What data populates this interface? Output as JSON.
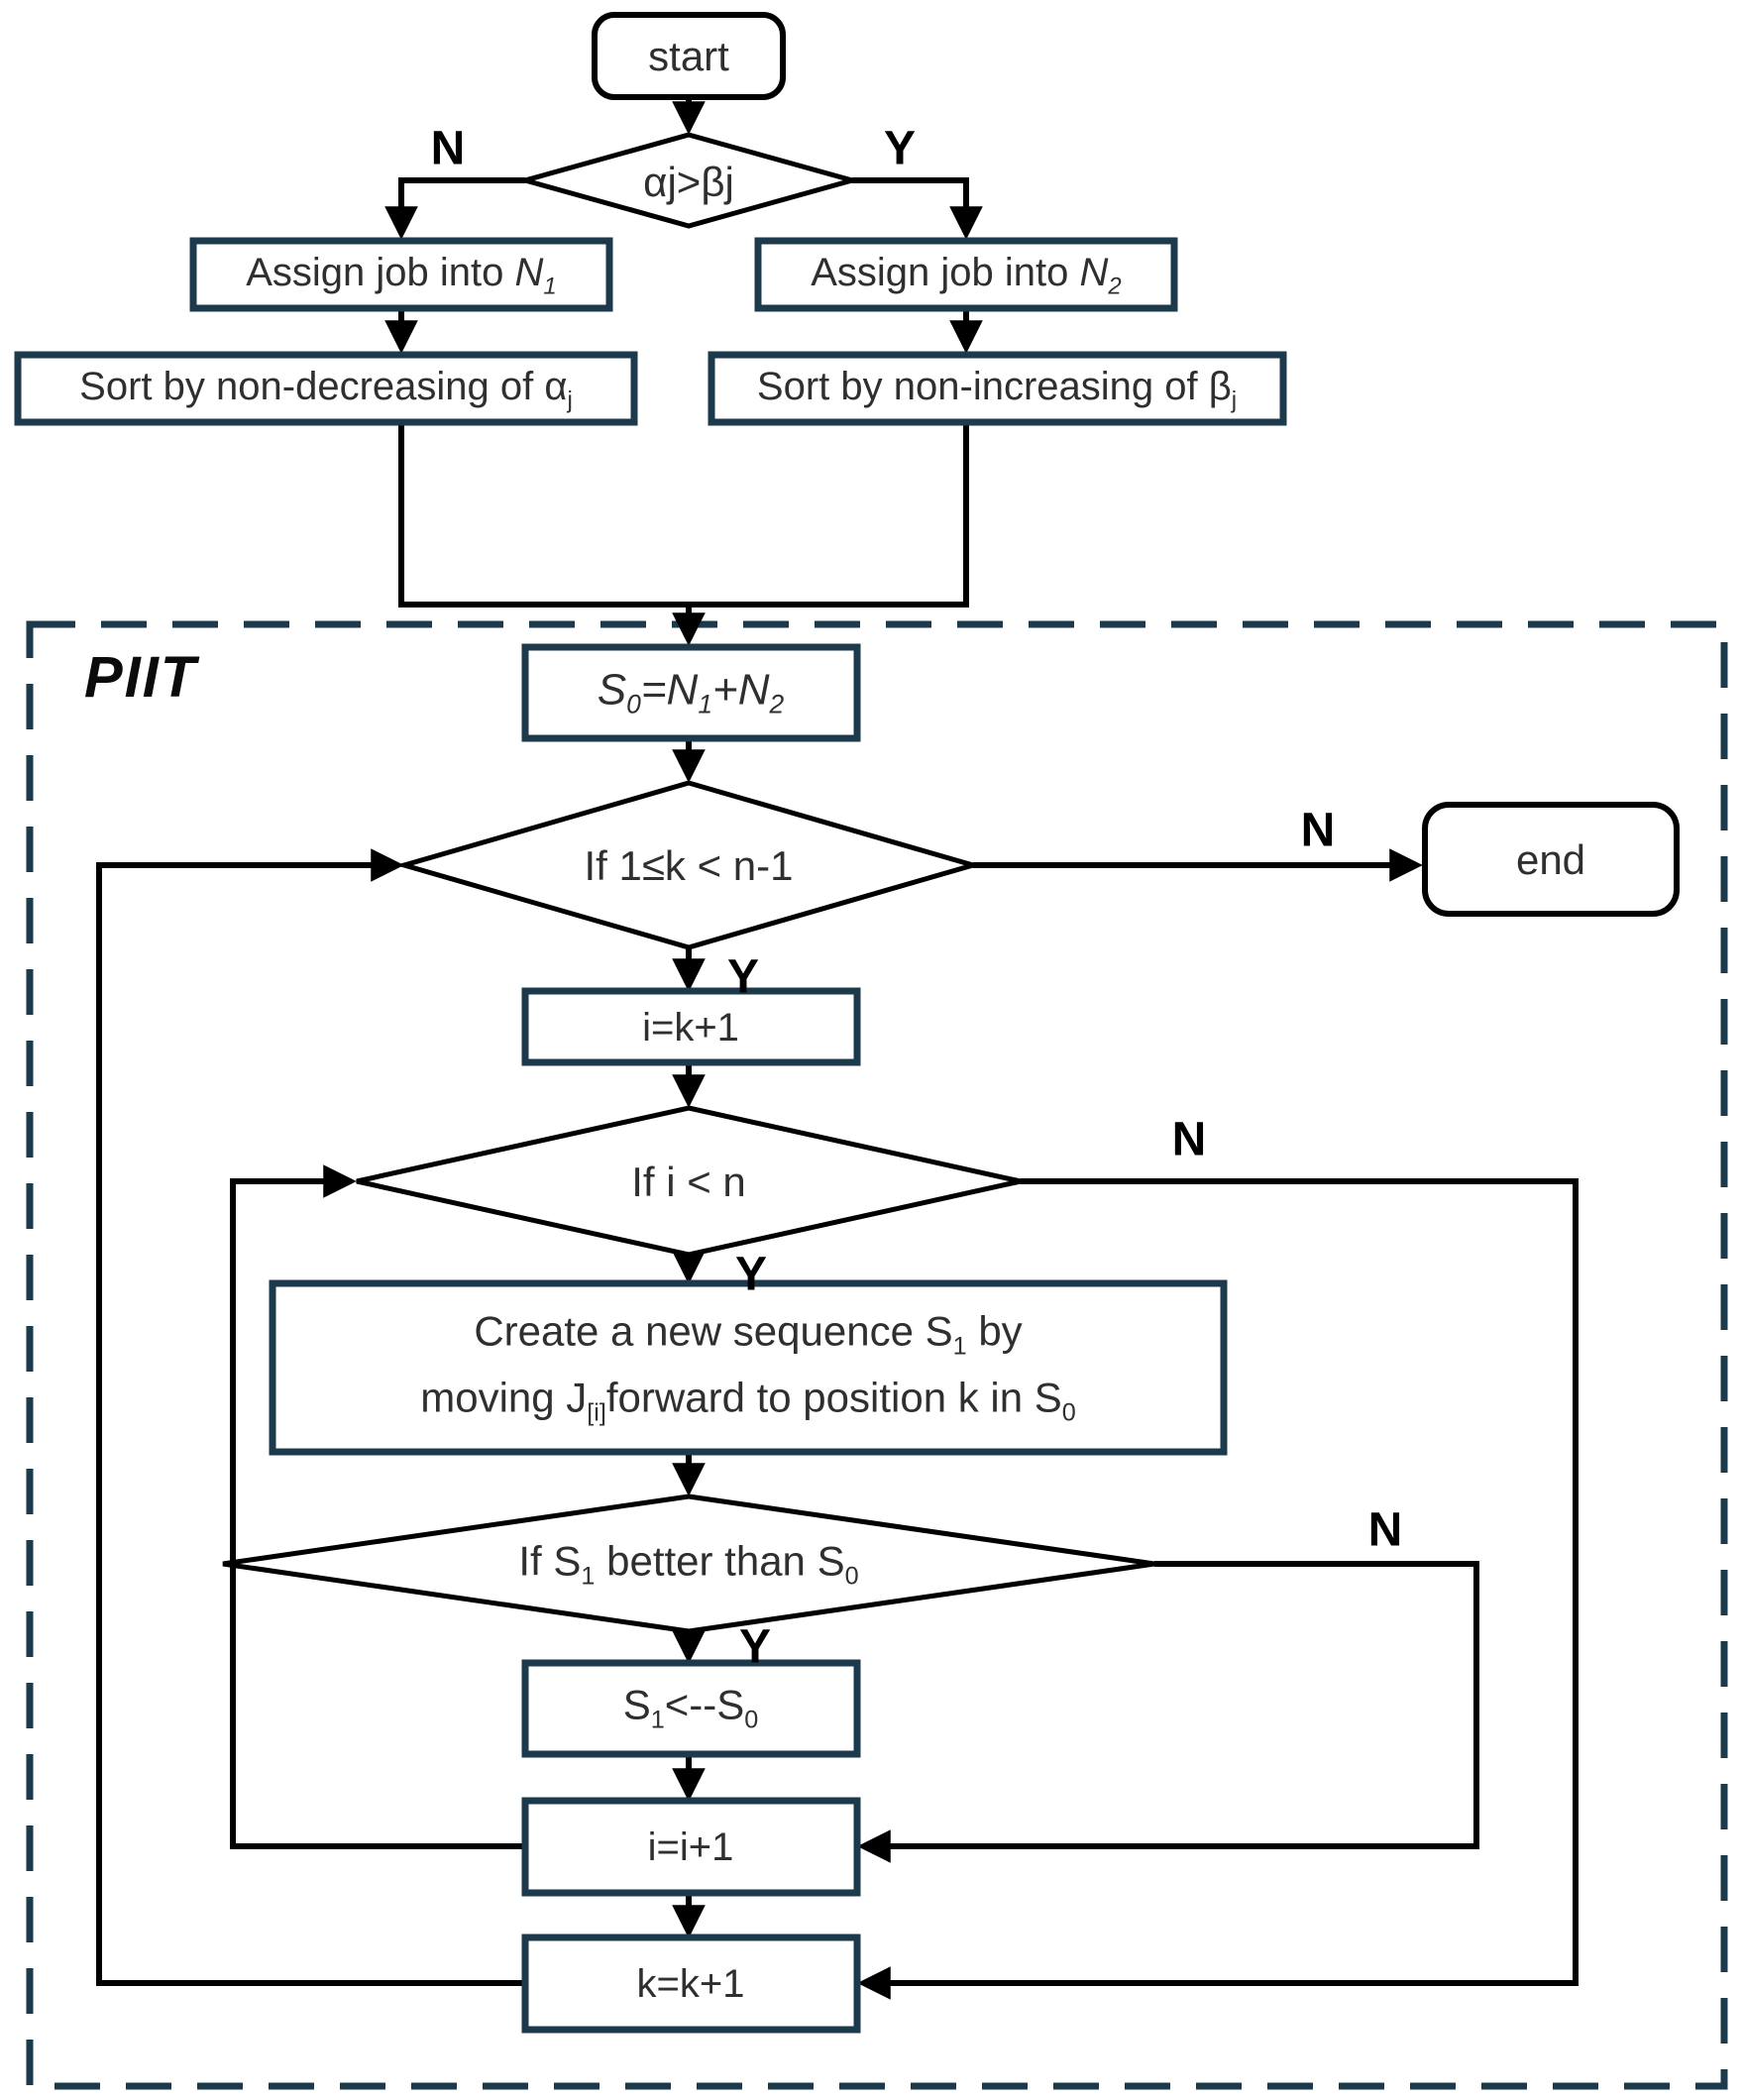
{
  "diagram": {
    "title_label": "PIIT",
    "colors": {
      "box_border": "#1c3a4c",
      "line": "#000000",
      "text": "#2f2f2f",
      "background": "#ffffff"
    },
    "nodes": {
      "start": {
        "label": "start"
      },
      "end": {
        "label": "end"
      },
      "decision_alpha_beta": {
        "label": "αj>βj"
      },
      "assign_n1": {
        "rich": [
          {
            "t": "n",
            "v": "Assign job into "
          },
          {
            "t": "i",
            "v": "N"
          },
          {
            "t": "is",
            "v": "1"
          }
        ]
      },
      "assign_n2": {
        "rich": [
          {
            "t": "n",
            "v": "Assign job into "
          },
          {
            "t": "i",
            "v": "N"
          },
          {
            "t": "is",
            "v": "2"
          }
        ]
      },
      "sort_nondecreasing": {
        "rich": [
          {
            "t": "n",
            "v": "Sort by non-decreasing of α"
          },
          {
            "t": "s",
            "v": "j"
          }
        ]
      },
      "sort_nonincreasing": {
        "rich": [
          {
            "t": "n",
            "v": "Sort by non-increasing of β"
          },
          {
            "t": "s",
            "v": "j"
          }
        ]
      },
      "s0_init": {
        "rich": [
          {
            "t": "i",
            "v": "S"
          },
          {
            "t": "is",
            "v": "0"
          },
          {
            "t": "i",
            "v": "="
          },
          {
            "t": "i",
            "v": "N"
          },
          {
            "t": "is",
            "v": "1"
          },
          {
            "t": "i",
            "v": "+"
          },
          {
            "t": "i",
            "v": "N"
          },
          {
            "t": "is",
            "v": "2"
          }
        ]
      },
      "decision_k_range": {
        "label": "If 1≤k < n-1"
      },
      "i_eq_k_plus_1": {
        "label": "i=k+1"
      },
      "decision_i_lt_n": {
        "label": "If i < n"
      },
      "create_sequence_line1": {
        "rich": [
          {
            "t": "n",
            "v": "Create a new sequence S"
          },
          {
            "t": "s",
            "v": "1"
          },
          {
            "t": "n",
            "v": " by"
          }
        ]
      },
      "create_sequence_line2": {
        "rich": [
          {
            "t": "n",
            "v": "moving J"
          },
          {
            "t": "s",
            "v": "[i]"
          },
          {
            "t": "n",
            "v": "forward to position k in S"
          },
          {
            "t": "s",
            "v": "0"
          }
        ]
      },
      "decision_s1_better": {
        "rich": [
          {
            "t": "n",
            "v": "If S"
          },
          {
            "t": "s",
            "v": "1"
          },
          {
            "t": "n",
            "v": " better than S"
          },
          {
            "t": "s",
            "v": "0"
          }
        ]
      },
      "s1_assign_s0": {
        "rich": [
          {
            "t": "n",
            "v": "S"
          },
          {
            "t": "s",
            "v": "1"
          },
          {
            "t": "n",
            "v": "<--S"
          },
          {
            "t": "s",
            "v": "0"
          }
        ]
      },
      "i_increment": {
        "label": "i=i+1"
      },
      "k_increment": {
        "label": "k=k+1"
      }
    },
    "edge_labels": {
      "d1_no": "N",
      "d1_yes": "Y",
      "d2_no": "N",
      "d2_yes": "Y",
      "d3_no": "N",
      "d3_yes": "Y",
      "d4_no": "N",
      "d4_yes": "Y"
    }
  }
}
